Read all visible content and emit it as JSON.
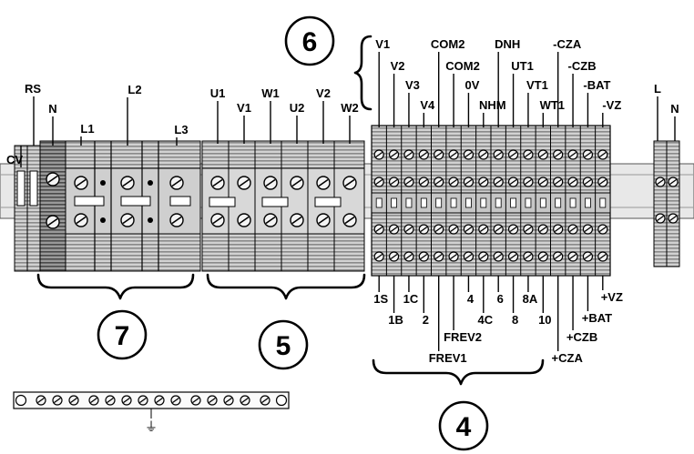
{
  "callouts": {
    "num_6": "6",
    "num_7": "7",
    "num_5": "5",
    "num_4": "4"
  },
  "left_top_labels": [
    "CV",
    "RS",
    "N",
    "L1",
    "L2",
    "L3"
  ],
  "power_top_labels": [
    "U1",
    "V1",
    "W1",
    "U2",
    "V2",
    "W2"
  ],
  "control_top_labels": [
    "V1",
    "V2",
    "V3",
    "V4",
    "COM2",
    "COM2",
    "0V",
    "NHM",
    "DNH",
    "UT1",
    "VT1",
    "WT1",
    "-CZA",
    "-CZB",
    "-BAT",
    "-VZ"
  ],
  "control_bottom_labels": [
    "1S",
    "1B",
    "1C",
    "2",
    "FREV1",
    "FREV2",
    "4",
    "4C",
    "6",
    "8",
    "8A",
    "10",
    "+CZA",
    "+CZB",
    "+BAT",
    "+VZ"
  ],
  "right_labels": [
    "L",
    "N"
  ],
  "ground_symbol": "⏚"
}
